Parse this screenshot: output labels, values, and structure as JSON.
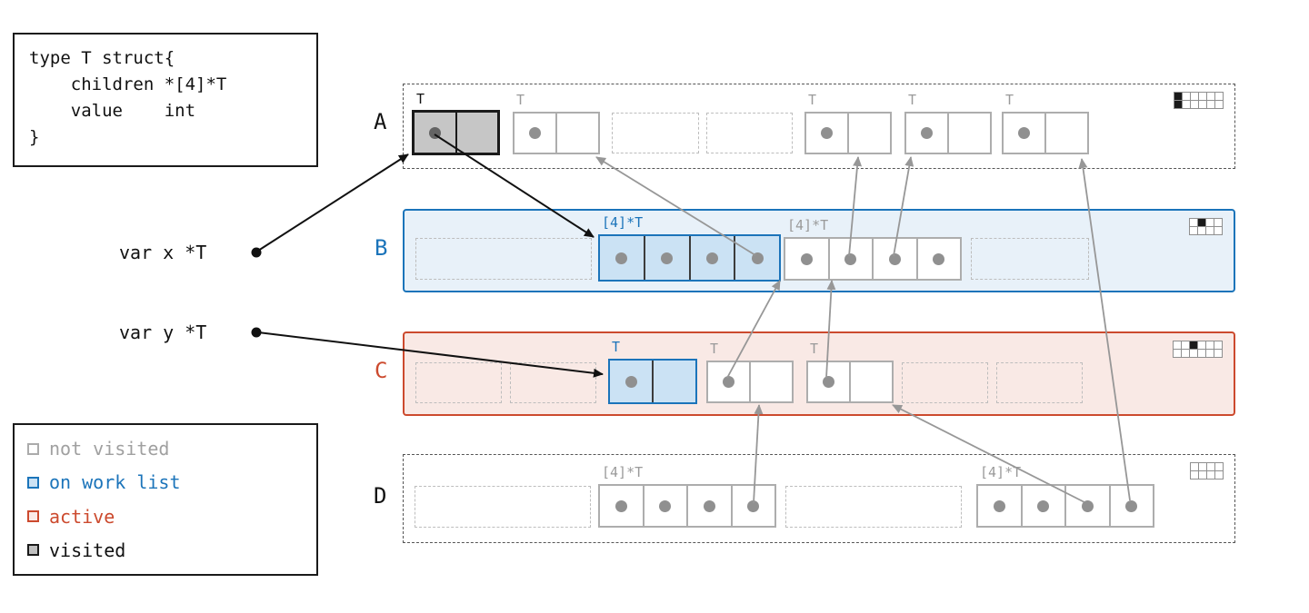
{
  "code_box": {
    "lines": [
      "type T struct{",
      "    children *[4]*T",
      "    value    int",
      "}"
    ]
  },
  "pointers": {
    "var_x": "var x *T",
    "var_y": "var y *T"
  },
  "regions": {
    "a": {
      "label": "A",
      "color": "#111111",
      "objects": [
        {
          "label": "T",
          "state": "visited"
        },
        {
          "label": "T",
          "state": "not-visited"
        },
        {
          "label": "T",
          "state": "not-visited"
        },
        {
          "label": "T",
          "state": "not-visited"
        },
        {
          "label": "T",
          "state": "not-visited"
        }
      ],
      "bitmap": {
        "rows": 2,
        "cols": 6,
        "filled": [
          [
            0,
            0
          ],
          [
            1,
            0
          ]
        ]
      }
    },
    "b": {
      "label": "B",
      "color": "#1b74ba",
      "objects": [
        {
          "label": "[4]*T",
          "state": "on-work-list"
        },
        {
          "label": "[4]*T",
          "state": "not-visited"
        }
      ],
      "bitmap": {
        "rows": 2,
        "cols": 4,
        "filled": [
          [
            0,
            1
          ]
        ]
      }
    },
    "c": {
      "label": "C",
      "color": "#cc4a2e",
      "objects": [
        {
          "label": "T",
          "state": "on-work-list"
        },
        {
          "label": "T",
          "state": "not-visited"
        },
        {
          "label": "T",
          "state": "not-visited"
        }
      ],
      "bitmap": {
        "rows": 2,
        "cols": 6,
        "filled": [
          [
            0,
            2
          ]
        ]
      }
    },
    "d": {
      "label": "D",
      "color": "#111111",
      "objects": [
        {
          "label": "[4]*T",
          "state": "not-visited"
        },
        {
          "label": "[4]*T",
          "state": "not-visited"
        }
      ],
      "bitmap": {
        "rows": 2,
        "cols": 4,
        "filled": []
      }
    }
  },
  "legend": {
    "items": [
      {
        "label": "not visited",
        "color": "#a0a0a0"
      },
      {
        "label": "on work list",
        "color": "#1b74ba"
      },
      {
        "label": "active",
        "color": "#cc4a2e"
      },
      {
        "label": "visited",
        "color": "#111111"
      }
    ]
  },
  "colors": {
    "work_list_blue": "#1b74ba",
    "work_list_fill": "#cbe2f4",
    "region_b_bg": "#e8f1f9",
    "active_red": "#cc4a2e",
    "region_c_bg": "#f9e9e5",
    "visited_fill": "#c6c6c6",
    "not_visited_gray": "#adadad",
    "arrow_gray": "#979797",
    "arrow_black": "#111111"
  }
}
